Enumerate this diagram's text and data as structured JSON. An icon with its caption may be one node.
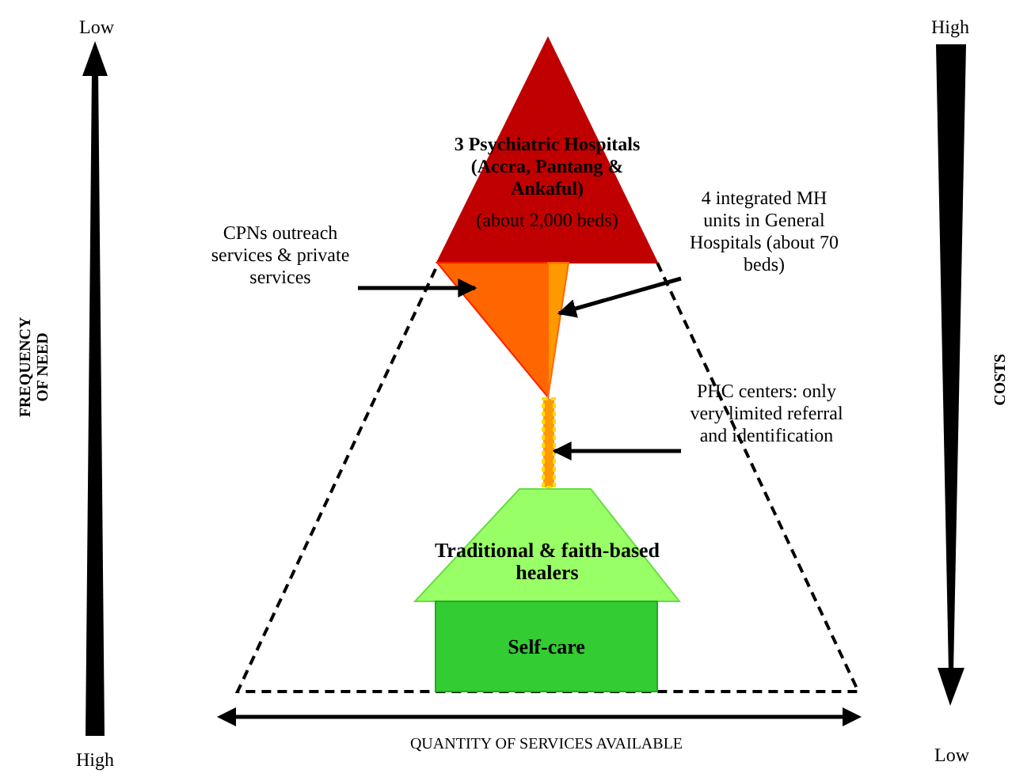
{
  "diagram": {
    "nodes": [
      {
        "text": [
          "3 Psychiatric Hospitals (Accra, Pantang & Ankaful)",
          "(about 2,000 beds)"
        ]
      },
      {
        "text": [
          "CPNs outreach services & private services"
        ]
      },
      {
        "text": [],
        "shape": "triangle"
      },
      {
        "text": [
          "4 integrated MH units in General Hospitals (about 70 beds)"
        ]
      },
      {
        "text": [],
        "shape": "triangle"
      },
      {
        "text": [
          "PHC centers: only very limited referral and identification"
        ]
      },
      {
        "text": [],
        "shape": "bar"
      },
      {
        "text": [
          "Traditional & faith-based healers"
        ]
      },
      {
        "text": [
          "Self-care"
        ]
      }
    ],
    "edges": [
      {
        "from": 1,
        "to": 2,
        "arrow": "to"
      },
      {
        "from": 3,
        "to": 4,
        "arrow": "to"
      },
      {
        "from": 5,
        "to": 6,
        "arrow": "to"
      }
    ],
    "labels": [
      "Low",
      "High",
      "FREQUENCY OF NEED",
      "COSTS",
      "High",
      "QUANTITY OF SERVICES AVAILABLE",
      "Low"
    ]
  }
}
